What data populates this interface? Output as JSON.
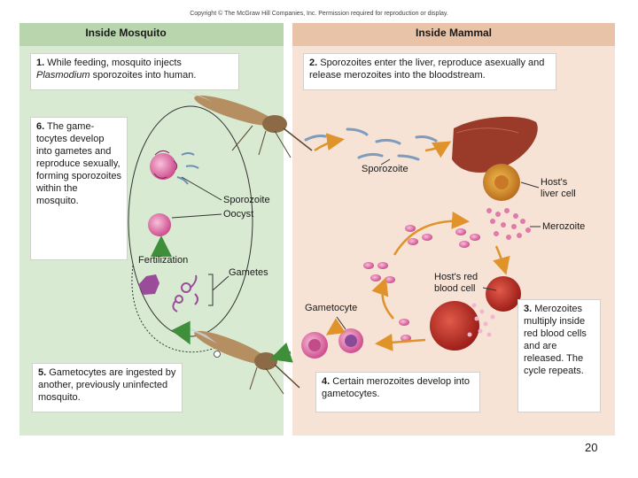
{
  "copyright": "Copyright © The McGraw Hill Companies, Inc. Permission required for reproduction or display.",
  "headers": {
    "left": "Inside Mosquito",
    "right": "Inside Mammal"
  },
  "steps": [
    {
      "num": "1.",
      "text_a": "While feeding, mosquito injects",
      "text_italic": "Plasmodium",
      "text_b": "sporozoites into human."
    },
    {
      "num": "2.",
      "text": "Sporozoites enter the liver, reproduce asexually and release merozoites into the bloodstream."
    },
    {
      "num": "3.",
      "text": "Merozoites multiply inside red blood cells and are released. The cycle repeats."
    },
    {
      "num": "4.",
      "text": "Certain merozoites develop into gametocytes."
    },
    {
      "num": "5.",
      "text": "Gametocytes are ingested by another, previously uninfected mosquito."
    },
    {
      "num": "6.",
      "text": "The game-tocytes develop into gametes and reproduce sexually, forming sporozoites within the mosquito."
    }
  ],
  "labels": {
    "sporozoite_left": "Sporozoite",
    "oocyst": "Oocyst",
    "fertilization": "Fertilization",
    "gametes": "Gametes",
    "sporozoite_right": "Sporozoite",
    "hosts_liver_cell": "Host's\nliver cell",
    "merozoite": "Merozoite",
    "hosts_red_blood_cell": "Host's red\nblood cell",
    "gametocyte": "Gametocyte"
  },
  "page_number": "20",
  "colors": {
    "left_panel": "#d9ead3",
    "right_panel": "#f6e3d6",
    "arrow_green": "#3f8f3a",
    "arrow_orange": "#e0932b",
    "cell_pink": "#e07aa8",
    "red_cell": "#c0302a",
    "liver": "#9a3b2a"
  }
}
